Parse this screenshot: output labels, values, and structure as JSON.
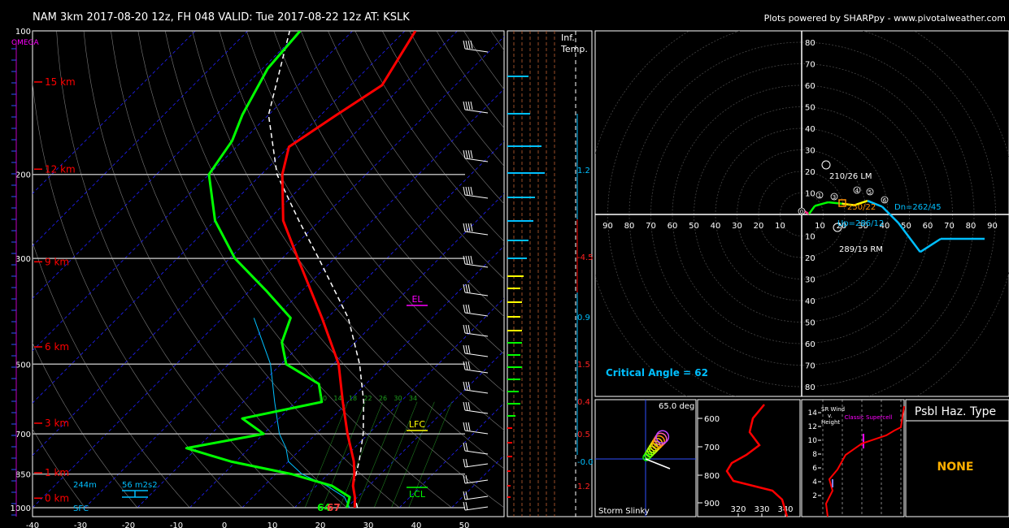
{
  "header": {
    "title": "NAM 3km 2017-08-20 12z, FH 048   VALID: Tue 2017-08-22 12z   AT: KSLK",
    "credit": "Plots powered by SHARPpy - www.pivotalweather.com"
  },
  "skewt": {
    "omega_label": "OMEGA",
    "sfc_label": "SFC",
    "pressure_ticks": [
      100,
      200,
      300,
      500,
      700,
      850,
      1000
    ],
    "height_labels": [
      {
        "text": "15 km",
        "p": 128
      },
      {
        "text": "12 km",
        "p": 195
      },
      {
        "text": "9 km",
        "p": 305
      },
      {
        "text": "6 km",
        "p": 460
      },
      {
        "text": "3 km",
        "p": 665
      },
      {
        "text": "1 km",
        "p": 845
      },
      {
        "text": "0 km",
        "p": 955
      }
    ],
    "temp_ticks": [
      -40,
      -30,
      -20,
      -10,
      0,
      10,
      20,
      30,
      40,
      50
    ],
    "mixing_ratio_labels": [
      "10",
      "14",
      "18",
      "22",
      "26",
      "30",
      "34"
    ],
    "el_label": "EL",
    "lfc_label": "LFC",
    "lcl_label": "LCL",
    "srh_height": "244m",
    "srh_value": "56 m2s2",
    "sfc_temp": "67",
    "sfc_dew": "64",
    "colors": {
      "temp": "#ff0000",
      "dew": "#00ff00",
      "parcel": "#ffffff",
      "wetbulb": "#00bfff",
      "height": "#ff0000"
    }
  },
  "inftemp": {
    "label1": "Inf.",
    "label2": "Temp.",
    "values": [
      "1.2",
      "-4.5",
      "0.9",
      "1.5",
      "0.4",
      "0.5",
      "-0.0",
      "1.2"
    ]
  },
  "hodograph": {
    "ring_labels_up": [
      "80",
      "70",
      "60",
      "50",
      "40",
      "30",
      "20",
      "10"
    ],
    "ring_labels_down": [
      "10",
      "20",
      "30",
      "40",
      "50",
      "60",
      "70",
      "80"
    ],
    "ring_labels_left": [
      "90",
      "80",
      "70",
      "60",
      "50",
      "40",
      "30",
      "20",
      "10"
    ],
    "ring_labels_right": [
      "10",
      "20",
      "30",
      "40",
      "50",
      "60",
      "70",
      "80",
      "90",
      "10"
    ],
    "lm_label": "210/26 LM",
    "rm_label": "289/19 RM",
    "mean_label": "250/22",
    "dn_label": "Dn=262/45",
    "up_label": "Up=286/12",
    "critical_angle": "Critical Angle = 62",
    "points": [
      "0",
      "1",
      "3",
      "4",
      "5",
      "6"
    ]
  },
  "slinky": {
    "angle": "65.0 deg",
    "label": "Storm Slinky"
  },
  "theta": {
    "y_ticks": [
      "600",
      "700",
      "800",
      "900"
    ],
    "x_ticks": [
      "320",
      "330",
      "340"
    ]
  },
  "srwind": {
    "title1": "SR Wind",
    "title2": "v.",
    "title3": "Height",
    "y_ticks": [
      "14",
      "12",
      "10",
      "8",
      "6",
      "4",
      "2"
    ],
    "cell_label": "Classic Supercell"
  },
  "hazard": {
    "title": "Psbl Haz. Type",
    "value": "NONE"
  }
}
